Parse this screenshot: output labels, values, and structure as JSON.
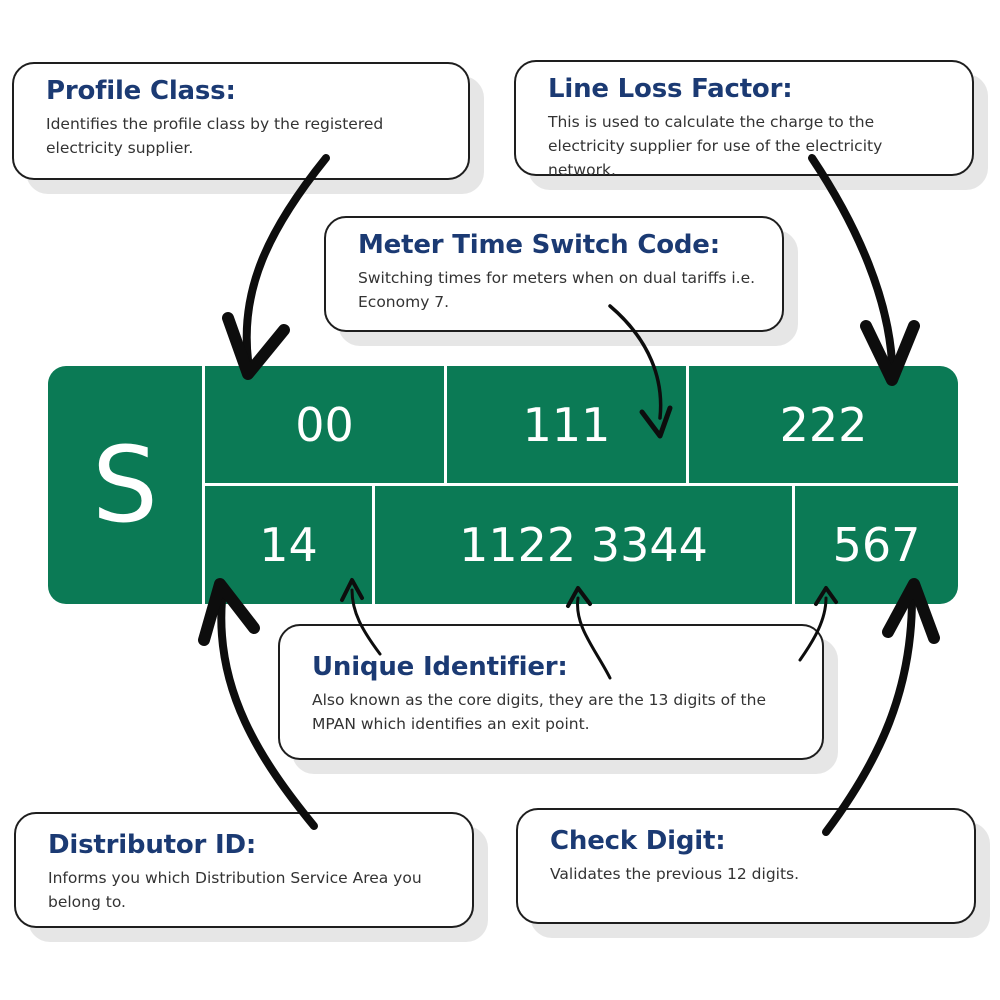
{
  "cards": {
    "profile_class": {
      "title": "Profile Class:",
      "text": "Identifies the profile class by the registered electricity supplier."
    },
    "line_loss_factor": {
      "title": "Line Loss Factor:",
      "text": "This is used to calculate the charge to the electricity supplier for use of the electricity network."
    },
    "meter_time_switch_code": {
      "title": "Meter Time Switch Code:",
      "text": "Switching times for meters when on dual tariffs i.e. Economy 7."
    },
    "unique_identifier": {
      "title": "Unique Identifier:",
      "text": "Also known as the core digits, they are the 13 digits of the MPAN which identifies an exit point."
    },
    "distributor_id": {
      "title": "Distributor ID:",
      "text": "Informs you which Distribution Service Area you belong to."
    },
    "check_digit": {
      "title": "Check Digit:",
      "text": "Validates the previous 12 digits."
    }
  },
  "mpan": {
    "prefix": "S",
    "profile_class": "00",
    "meter_time_switch_code": "111",
    "line_loss_factor": "222",
    "distributor_id": "14",
    "unique_identifier": "1122 3344",
    "check_digit": "567"
  },
  "colors": {
    "mpan_green": "#0b7a55",
    "title_navy": "#1b3a73",
    "arrow": "#0d0d0d"
  }
}
